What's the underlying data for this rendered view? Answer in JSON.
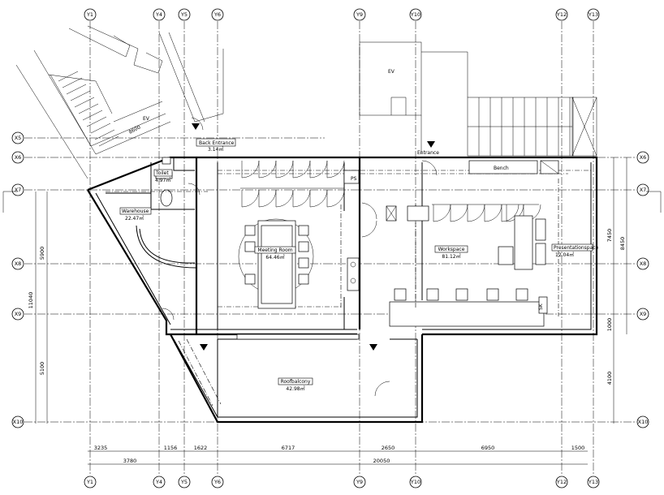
{
  "grid": {
    "columns": [
      "Y1",
      "Y4",
      "Y5",
      "Y6",
      "Y9",
      "Y10",
      "Y12",
      "Y13"
    ],
    "rows_left": [
      "X5",
      "X6",
      "X7",
      "X8",
      "X9",
      "X10"
    ],
    "rows_right": [
      "X6",
      "X7",
      "X8",
      "X9",
      "X10"
    ]
  },
  "rooms": {
    "back_entrance": {
      "name": "Back Entrance",
      "area": "3.14㎡"
    },
    "toilet": {
      "name": "Toilet",
      "area": "4.97㎡"
    },
    "warehouse": {
      "name": "Warehouse",
      "area": "22.47㎡"
    },
    "meeting_room": {
      "name": "Meeting Room",
      "area": "64.46㎡"
    },
    "workspace": {
      "name": "Workspace",
      "area": "81.12㎡"
    },
    "presentation": {
      "name": "Presentationspace",
      "area": "12.04㎡"
    },
    "roof_balcony": {
      "name": "Roofbalcony",
      "area": "42.98㎡"
    }
  },
  "labels": {
    "ev_top": "EV",
    "ev_left": "EV",
    "entrance": "Entrance",
    "bench": "Bench",
    "ps": "PS",
    "sk": "SK",
    "stair_dim": "8600"
  },
  "dimensions": {
    "bottom_row1": [
      "3235",
      "1156",
      "1622",
      "6717",
      "2650",
      "6950",
      "1500"
    ],
    "bottom_row2": [
      "3780",
      "20050"
    ],
    "left": [
      "5900",
      "11040",
      "5100"
    ],
    "right_inner": [
      "7450",
      "1000",
      "4100"
    ],
    "right_outer": "8450"
  }
}
